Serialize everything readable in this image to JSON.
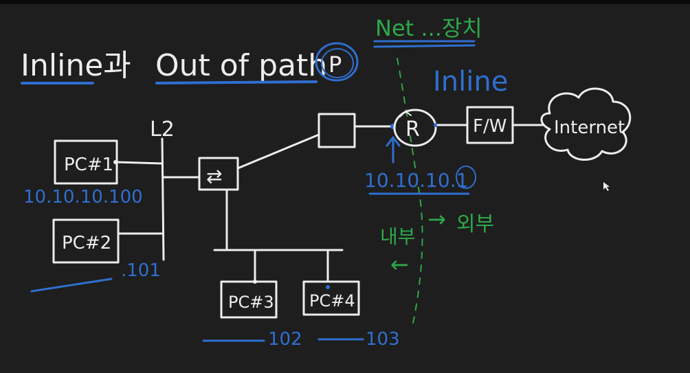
{
  "colors": {
    "background": "#1e1e1e",
    "ink_white": "#ededed",
    "ink_blue": "#2f6fd0",
    "ink_green": "#2fa84a"
  },
  "titles": {
    "heading_inline": "Inline과",
    "heading_out_of_path": "Out of path",
    "circle_mark": "P",
    "net_device": "Net ...장치",
    "inline_label": "Inline"
  },
  "devices": {
    "l2": "L2",
    "pc1": "PC#1",
    "pc2": "PC#2",
    "pc3": "PC#3",
    "pc4": "PC#4",
    "switch_symbol": "⇄",
    "router": "R",
    "firewall": "F/W",
    "internet": "Internet"
  },
  "addresses": {
    "pc1_ip": "10.10.10.100",
    "pc2_ip": ".101",
    "pc3_ip": "102",
    "pc4_ip": "103",
    "router_ip": "10.10.10.1"
  },
  "zones": {
    "inside": "내부",
    "outside": "외부",
    "arrow_left": "←",
    "arrow_right": "→"
  }
}
